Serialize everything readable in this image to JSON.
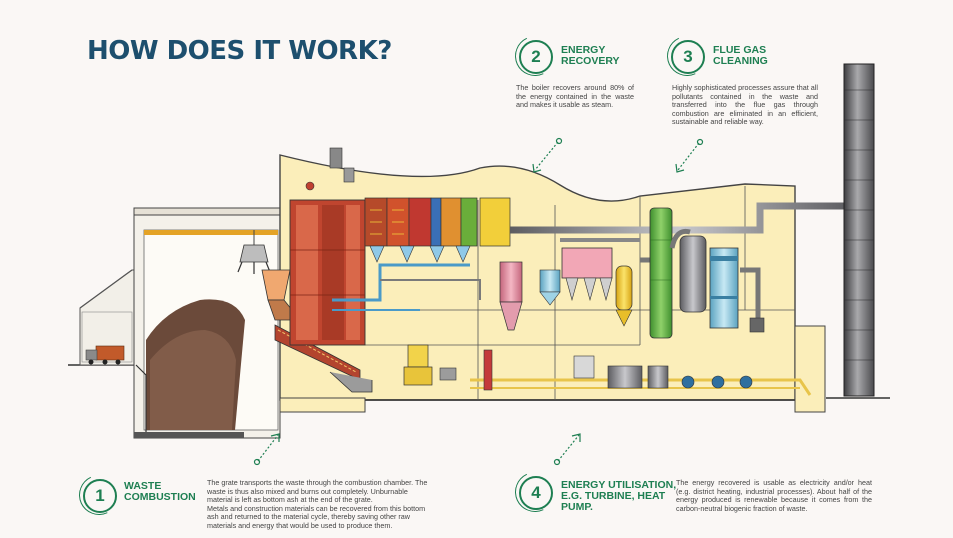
{
  "title": "HOW DOES IT WORK?",
  "steps": [
    {
      "number": "1",
      "title_line1": "WASTE",
      "title_line2": "COMBUSTION",
      "text1": "The grate transports the waste through the combustion chamber. The waste is thus also mixed and burns out completely. Unburnable material is left as bottom ash at the end of the grate.",
      "text2": "Metals and construction materials can be recovered from this bottom ash and returned to the material cycle, thereby saving other raw materials and energy that would be used to produce them."
    },
    {
      "number": "2",
      "title_line1": "ENERGY",
      "title_line2": "RECOVERY",
      "text": "The boiler recovers around 80% of the energy contained in the waste and makes it usable as steam."
    },
    {
      "number": "3",
      "title_line1": "FLUE GAS",
      "title_line2": "CLEANING",
      "text": "Highly sophisticated processes assure that all pollutants contained in the waste and transferred into the flue gas through combustion are eliminated in an efficient, sustainable and reliable way."
    },
    {
      "number": "4",
      "title_line1": "ENERGY UTILISATION,",
      "title_line2": "e.g. TURBINE, HEAT",
      "title_line3": "PUMP.",
      "text": "The energy recovered is usable as electricity and/or heat (e.g. district heating, industrial processes). About half of the energy produced is renewable because it comes from the carbon-neutral biogenic fraction of waste."
    }
  ],
  "colors": {
    "title": "#1d4f6e",
    "accent_green": "#1e7f52",
    "building_fill": "#fbeeba",
    "boiler_red": "#c0452f",
    "stack_gray": "#6e6e70"
  }
}
